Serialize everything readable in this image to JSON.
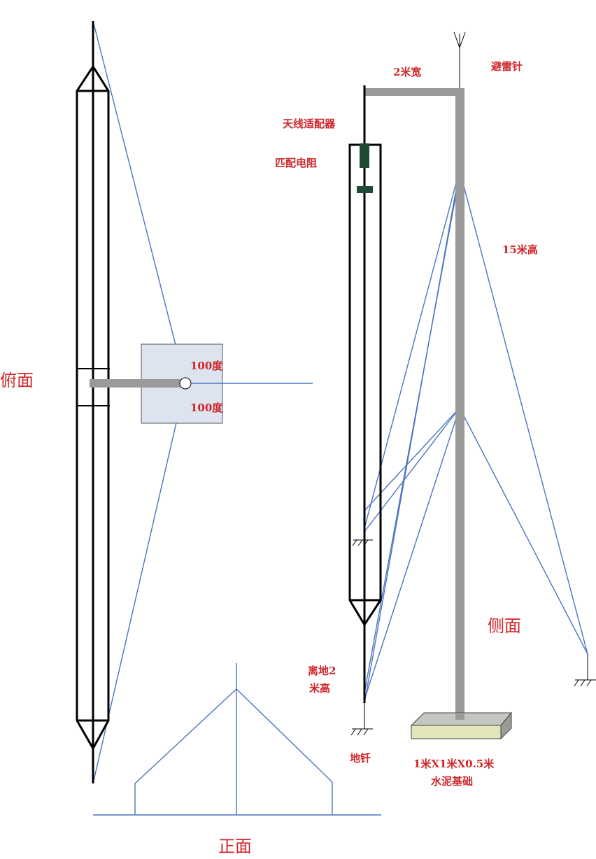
{
  "colors": {
    "label": "#d0262a",
    "guy_wire": "#4a74c0",
    "pole": "#9a9a9a",
    "resistor": "#1f4a35",
    "plate": "#dde4f0",
    "foundation_front": "#e2e6b8",
    "foundation_top": "#c4c6c0"
  },
  "top_view": {
    "title": "俯面",
    "angle_upper": "100度",
    "angle_lower": "100度"
  },
  "front_view": {
    "title": "正面"
  },
  "side_view": {
    "title": "侧面",
    "arm_width": "2米宽",
    "lightning_rod": "避雷针",
    "antenna_adapter": "天线适配器",
    "matching_resistor": "匹配电阻",
    "mast_height": "15米高",
    "height_line1": "离地2",
    "height_line2": "米高",
    "ground_rod": "地钎",
    "foundation_size": "1米X1米X0.5米",
    "foundation_label": "水泥基础"
  }
}
